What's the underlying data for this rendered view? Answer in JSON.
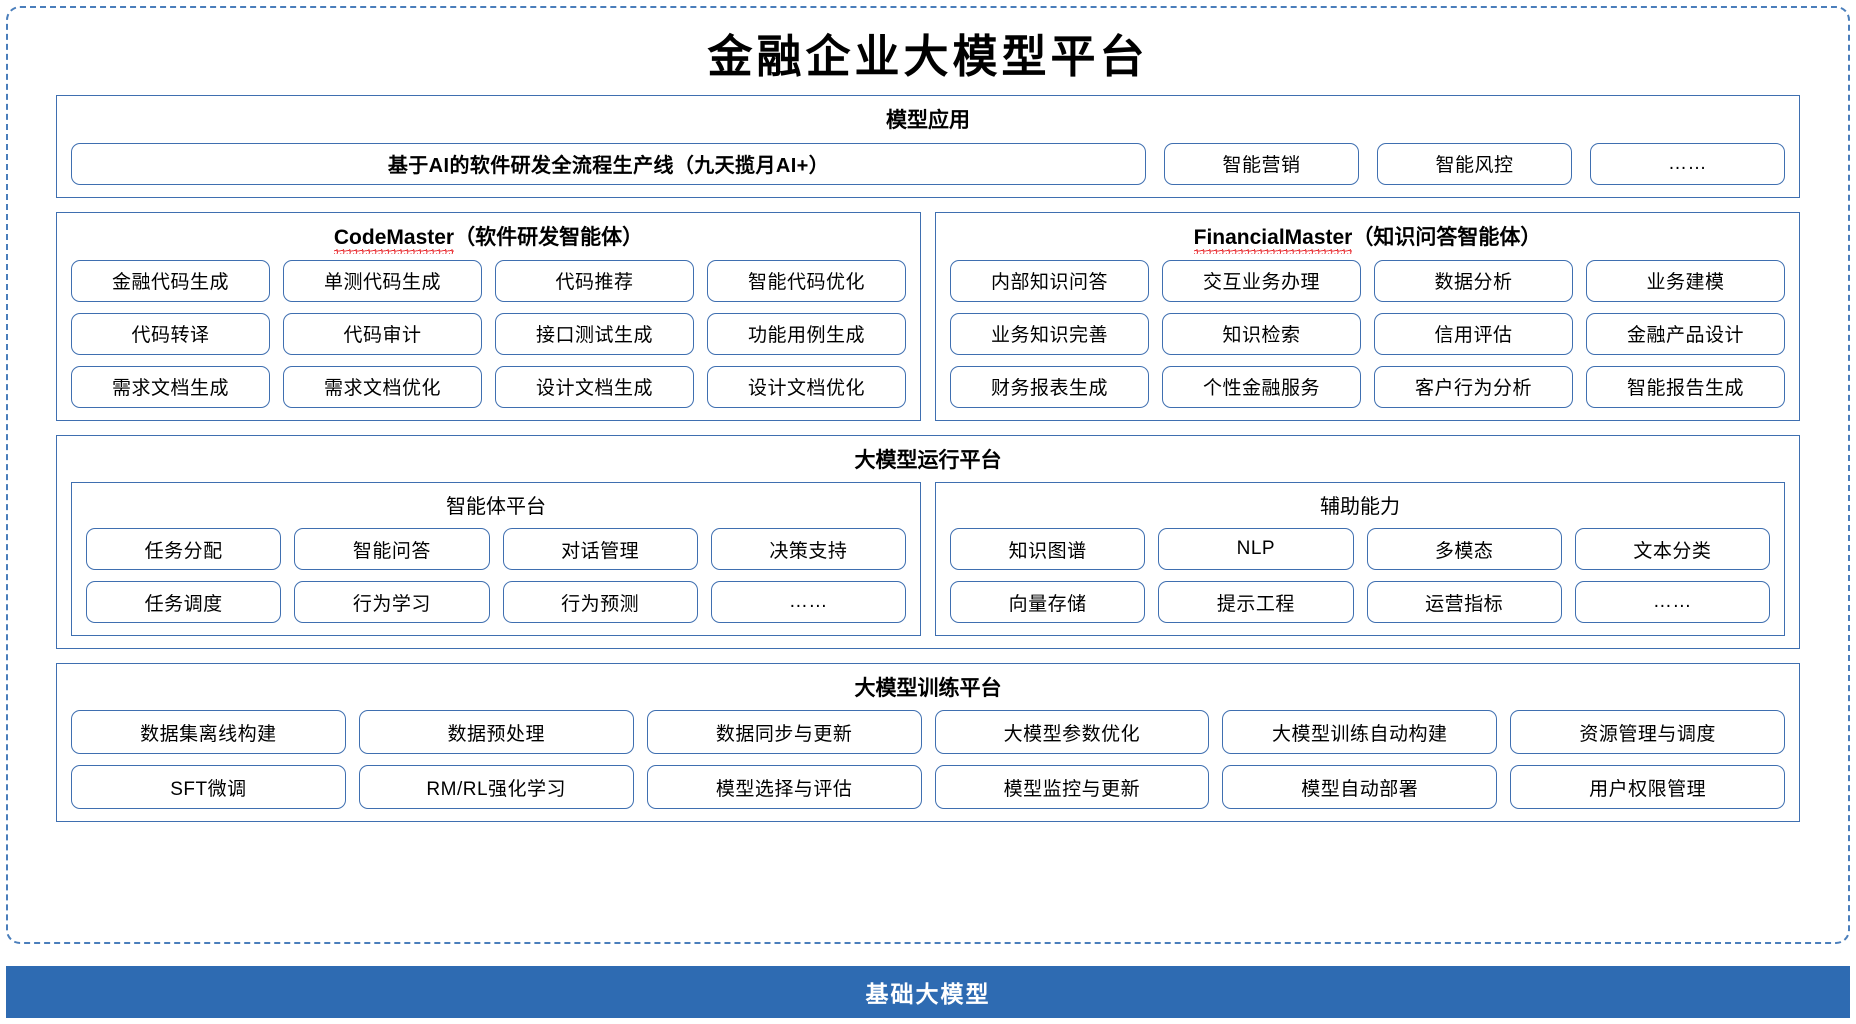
{
  "title": "金融企业大模型平台",
  "model_application": {
    "heading": "模型应用",
    "primary_item": "基于AI的软件研发全流程生产线（九天揽月AI+）",
    "items": [
      "智能营销",
      "智能风控",
      "……"
    ]
  },
  "code_master": {
    "name": "CodeMaster",
    "suffix": "（软件研发智能体）",
    "items": [
      "金融代码生成",
      "单测代码生成",
      "代码推荐",
      "智能代码优化",
      "代码转译",
      "代码审计",
      "接口测试生成",
      "功能用例生成",
      "需求文档生成",
      "需求文档优化",
      "设计文档生成",
      "设计文档优化"
    ]
  },
  "financial_master": {
    "name": "FinancialMaster",
    "suffix": "（知识问答智能体）",
    "items": [
      "内部知识问答",
      "交互业务办理",
      "数据分析",
      "业务建模",
      "业务知识完善",
      "知识检索",
      "信用评估",
      "金融产品设计",
      "财务报表生成",
      "个性金融服务",
      "客户行为分析",
      "智能报告生成"
    ]
  },
  "runtime_platform": {
    "heading": "大模型运行平台",
    "agent_platform": {
      "heading": "智能体平台",
      "items": [
        "任务分配",
        "智能问答",
        "对话管理",
        "决策支持",
        "任务调度",
        "行为学习",
        "行为预测",
        "……"
      ]
    },
    "auxiliary": {
      "heading": "辅助能力",
      "items": [
        "知识图谱",
        "NLP",
        "多模态",
        "文本分类",
        "向量存储",
        "提示工程",
        "运营指标",
        "……"
      ]
    }
  },
  "training_platform": {
    "heading": "大模型训练平台",
    "items": [
      "数据集离线构建",
      "数据预处理",
      "数据同步与更新",
      "大模型参数优化",
      "大模型训练自动构建",
      "资源管理与调度",
      "SFT微调",
      "RM/RL强化学习",
      "模型选择与评估",
      "模型监控与更新",
      "模型自动部署",
      "用户权限管理"
    ]
  },
  "base_model_bar": "基础大模型",
  "colors": {
    "border_blue": "#3f6fb0",
    "dashed_blue": "#4a7ebb",
    "bar_blue": "#2e6bb2",
    "spellcheck_red": "#e8262a"
  }
}
